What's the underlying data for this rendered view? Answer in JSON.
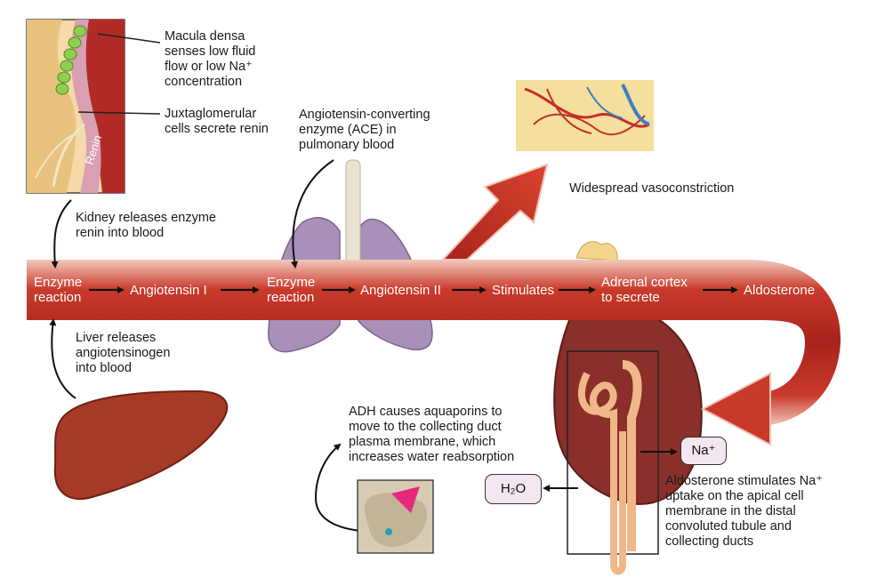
{
  "labels": {
    "macula_densa": "Macula densa\nsenses low fluid\nflow or low Na⁺\nconcentration",
    "juxtaglomerular": "Juxtaglomerular\ncells secrete renin",
    "renin_tag": "Renin",
    "kidney_releases": "Kidney releases enzyme\nrenin into blood",
    "liver_releases": "Liver releases\nangiotensinogen\ninto blood",
    "ace": "Angiotensin-converting\nenzyme (ACE) in\npulmonary blood",
    "vasoconstriction": "Widespread vasoconstriction",
    "adh": "ADH causes aquaporins to\nmove to the collecting duct\nplasma membrane, which\nincreases water reabsorption",
    "aldosterone_effect": "Aldosterone stimulates Na⁺\nuptake on the apical cell\nmembrane in the distal\nconvoluted tubule and\ncollecting ducts",
    "na": "Na⁺",
    "h2o": "H₂O"
  },
  "flow": {
    "enzyme_reaction_1": "Enzyme\nreaction",
    "angiotensin_1": "Angiotensin I",
    "enzyme_reaction_2": "Enzyme\nreaction",
    "angiotensin_2": "Angiotensin II",
    "stimulates": "Stimulates",
    "adrenal_cortex": "Adrenal cortex\nto secrete",
    "aldosterone": "Aldosterone"
  },
  "colors": {
    "vessel": "#b8281f",
    "vessel_light": "#e8b8a8",
    "liver": "#a63a26",
    "lung": "#a890b8",
    "kidney": "#8a2f2a"
  }
}
